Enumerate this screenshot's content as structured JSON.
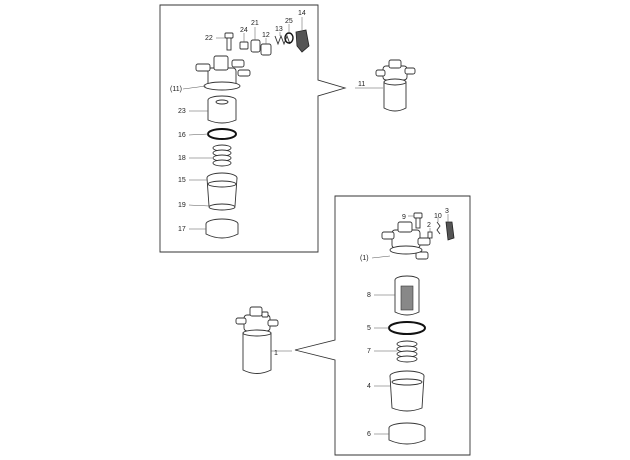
{
  "diagram": {
    "callouts_top": [
      "22",
      "24",
      "21",
      "12",
      "13",
      "25",
      "14",
      "(11)",
      "23",
      "16",
      "18",
      "15",
      "19",
      "17"
    ],
    "callouts_bottom": [
      "9",
      "2",
      "10",
      "3",
      "(1)",
      "8",
      "5",
      "7",
      "4",
      "6"
    ],
    "assembly_labels": {
      "top_assembly": "11",
      "bottom_assembly": "1"
    }
  }
}
